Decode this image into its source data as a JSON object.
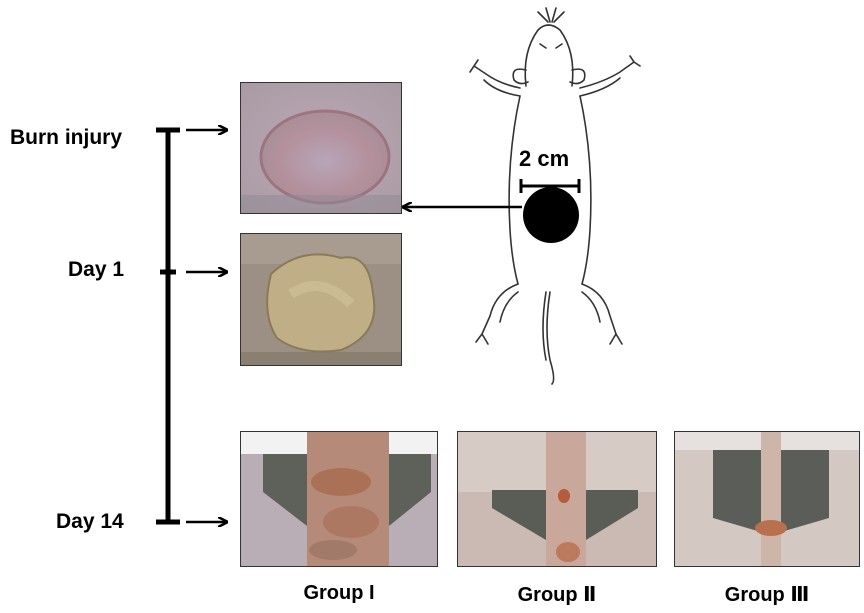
{
  "timeline": {
    "burn_label": "Burn injury",
    "day1_label": "Day 1",
    "day14_label": "Day 14"
  },
  "rat": {
    "scale_label": "2 cm"
  },
  "groups": [
    {
      "label": "Group I"
    },
    {
      "label": "Group Ⅱ"
    },
    {
      "label": "Group Ⅲ"
    }
  ],
  "colors": {
    "skin_pink": "#b9a2ae",
    "scab_tan": "#b8a57e",
    "caliper_gray": "#5c5e58",
    "wound_red": "#b56a4a",
    "line": "#000000"
  }
}
